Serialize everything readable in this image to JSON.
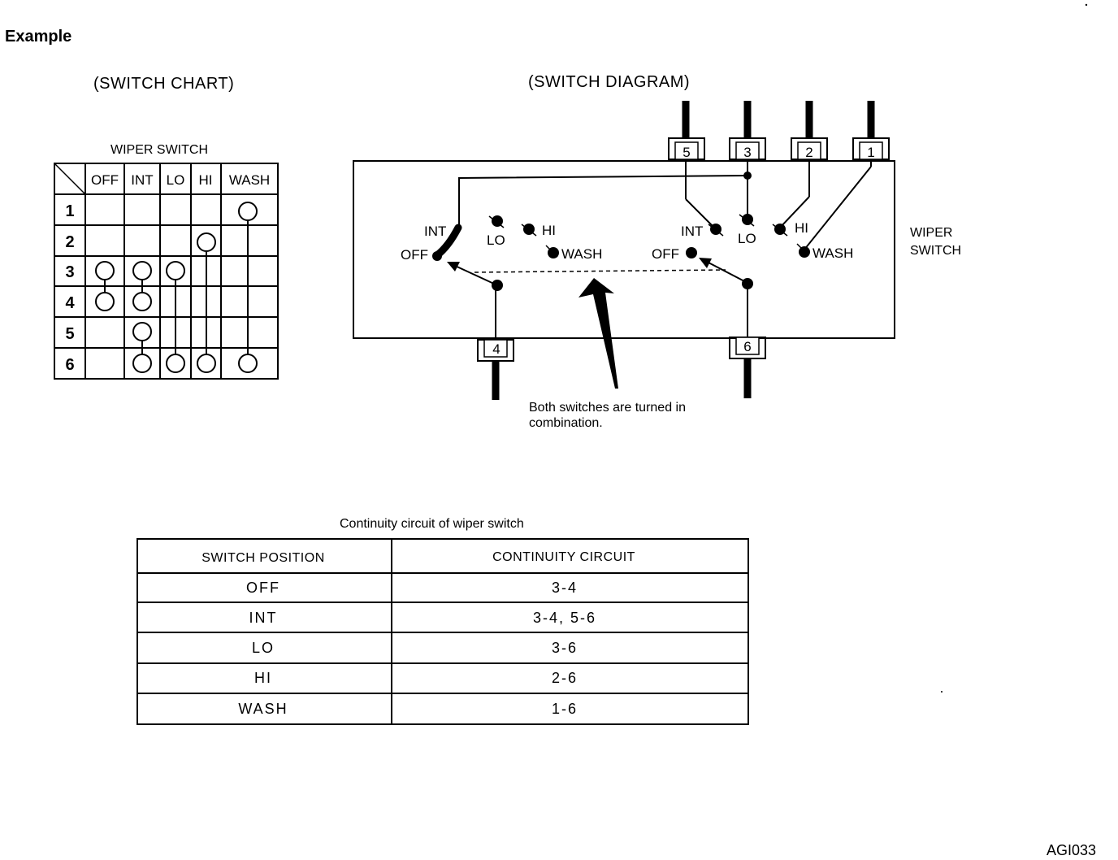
{
  "title": "Example",
  "switch_chart": {
    "heading": "(SWITCH CHART)",
    "label": "WIPER SWITCH",
    "columns": [
      "OFF",
      "INT",
      "LO",
      "HI",
      "WASH"
    ],
    "rows": [
      "1",
      "2",
      "3",
      "4",
      "5",
      "6"
    ],
    "connections": [
      {
        "column": "OFF",
        "terminals": [
          "3",
          "4"
        ]
      },
      {
        "column": "INT",
        "terminals": [
          "3",
          "4",
          "5",
          "6"
        ]
      },
      {
        "column": "LO",
        "terminals": [
          "3",
          "6"
        ]
      },
      {
        "column": "HI",
        "terminals": [
          "2",
          "6"
        ]
      },
      {
        "column": "WASH",
        "terminals": [
          "1",
          "6"
        ]
      }
    ]
  },
  "switch_diagram": {
    "heading": "(SWITCH DIAGRAM)",
    "top_terminals": [
      "5",
      "3",
      "2",
      "1"
    ],
    "bottom_terminals": [
      "4",
      "6"
    ],
    "left_positions": [
      "INT",
      "LO",
      "HI",
      "OFF",
      "WASH"
    ],
    "right_positions": [
      "INT",
      "LO",
      "HI",
      "OFF",
      "WASH"
    ],
    "wiper_label_1": "WIPER",
    "wiper_label_2": "SWITCH",
    "note_line1": "Both switches are turned in",
    "note_line2": "combination."
  },
  "continuity": {
    "caption": "Continuity circuit of wiper switch",
    "headers": [
      "SWITCH POSITION",
      "CONTINUITY CIRCUIT"
    ],
    "rows": [
      {
        "position": "OFF",
        "circuit": "3-4"
      },
      {
        "position": "INT",
        "circuit": "3-4, 5-6"
      },
      {
        "position": "LO",
        "circuit": "3-6"
      },
      {
        "position": "HI",
        "circuit": "2-6"
      },
      {
        "position": "WASH",
        "circuit": "1-6"
      }
    ]
  },
  "figure_id": "AGI033"
}
